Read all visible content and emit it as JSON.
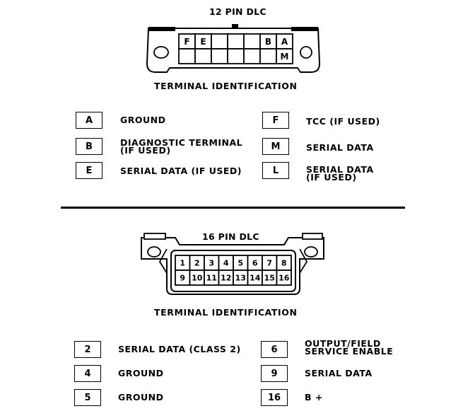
{
  "dlc12": {
    "title": "12 PIN DLC",
    "caption": "TERMINAL IDENTIFICATION",
    "top_row_labels": [
      "F",
      "E",
      "",
      "",
      "",
      "B",
      "A"
    ],
    "bottom_row_labels": [
      "",
      "",
      "",
      "",
      "",
      "",
      "M"
    ],
    "legend": [
      {
        "pin": "A",
        "desc": [
          "GROUND"
        ]
      },
      {
        "pin": "B",
        "desc": [
          "DIAGNOSTIC TERMINAL",
          "(IF USED)"
        ]
      },
      {
        "pin": "E",
        "desc": [
          "SERIAL DATA (IF USED)"
        ]
      },
      {
        "pin": "F",
        "desc": [
          "TCC  (IF USED)"
        ]
      },
      {
        "pin": "M",
        "desc": [
          "SERIAL DATA"
        ]
      },
      {
        "pin": "L",
        "desc": [
          "SERIAL DATA",
          "(IF USED)"
        ]
      }
    ]
  },
  "dlc16": {
    "title": "16 PIN DLC",
    "caption": "TERMINAL IDENTIFICATION",
    "top_row_labels": [
      "1",
      "2",
      "3",
      "4",
      "5",
      "6",
      "7",
      "8"
    ],
    "bottom_row_labels": [
      "9",
      "10",
      "11",
      "12",
      "13",
      "14",
      "15",
      "16"
    ],
    "legend": [
      {
        "pin": "2",
        "desc": [
          "SERIAL DATA (CLASS 2)"
        ]
      },
      {
        "pin": "4",
        "desc": [
          "GROUND"
        ]
      },
      {
        "pin": "5",
        "desc": [
          "GROUND"
        ]
      },
      {
        "pin": "6",
        "desc": [
          "OUTPUT/FIELD",
          "SERVICE ENABLE"
        ]
      },
      {
        "pin": "9",
        "desc": [
          "SERIAL DATA"
        ]
      },
      {
        "pin": "16",
        "desc": [
          "B +"
        ]
      }
    ]
  }
}
